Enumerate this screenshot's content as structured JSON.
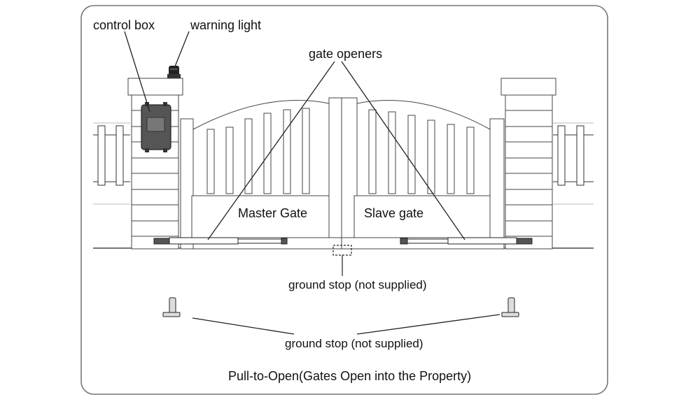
{
  "labels": {
    "control_box": "control box",
    "warning_light": "warning light",
    "gate_openers": "gate openers",
    "master_gate": "Master Gate",
    "slave_gate": "Slave gate",
    "ground_stop_center": "ground stop (not supplied)",
    "ground_stop_bottom": "ground stop (not supplied)",
    "caption": "Pull-to-Open(Gates Open into the Property)"
  },
  "colors": {
    "line": "#222222",
    "frame": "#777777",
    "fill": "#ffffff",
    "brick_line": "#444444",
    "control_box": "#555555"
  }
}
